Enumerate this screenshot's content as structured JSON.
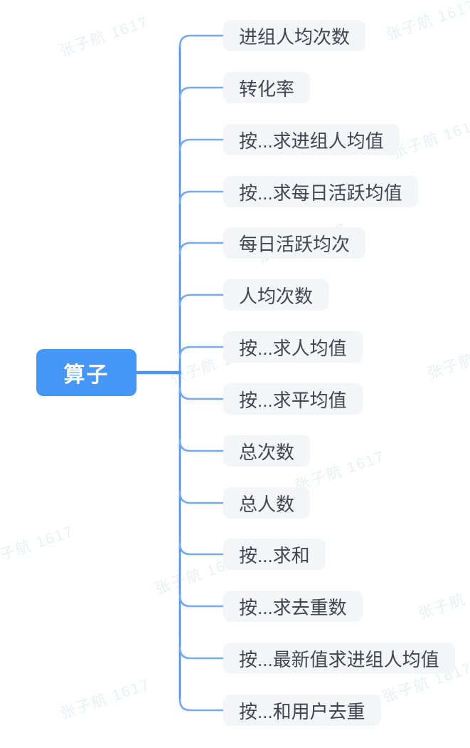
{
  "root": {
    "label": "算子"
  },
  "nodes": [
    {
      "label": "进组人均次数"
    },
    {
      "label": "转化率"
    },
    {
      "label": "按...求进组人均值"
    },
    {
      "label": "按...求每日活跃均值"
    },
    {
      "label": "每日活跃均次"
    },
    {
      "label": "人均次数"
    },
    {
      "label": "按...求人均值"
    },
    {
      "label": "按...求平均值"
    },
    {
      "label": "总次数"
    },
    {
      "label": "总人数"
    },
    {
      "label": "按...求和"
    },
    {
      "label": "按...求去重数"
    },
    {
      "label": "按...最新值求进组人均值"
    },
    {
      "label": "按...和用户去重"
    }
  ],
  "watermark": {
    "text": "张子航 1617"
  },
  "colors": {
    "root_bg": "#4696f8",
    "root_text": "#ffffff",
    "node_bg": "#f4f5f7",
    "node_text": "#3f4650",
    "trunk_link": "#4a94f6",
    "branch_link": "#78a9f4"
  }
}
